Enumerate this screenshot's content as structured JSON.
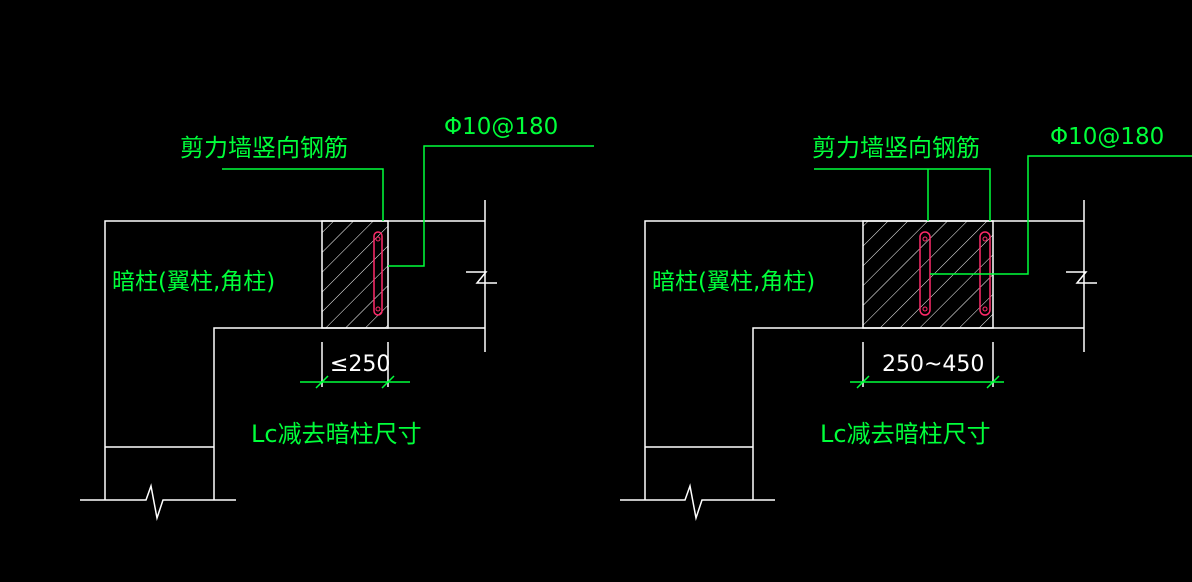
{
  "colors": {
    "background": "#000000",
    "outline": "#ffffff",
    "leader": "#00ff3a",
    "rebar": "#ff2a6a",
    "label": "#00ff3a"
  },
  "left": {
    "rebar_label": "剪力墙竖向钢筋",
    "stirrup_label": "Φ10@180",
    "column_label": "暗柱(翼柱,角柱)",
    "dimension_label": "≤250",
    "length_label": "Lc减去暗柱尺寸"
  },
  "right": {
    "rebar_label": "剪力墙竖向钢筋",
    "stirrup_label": "Φ10@180",
    "column_label": "暗柱(翼柱,角柱)",
    "dimension_label": "250~450",
    "length_label": "Lc减去暗柱尺寸"
  }
}
